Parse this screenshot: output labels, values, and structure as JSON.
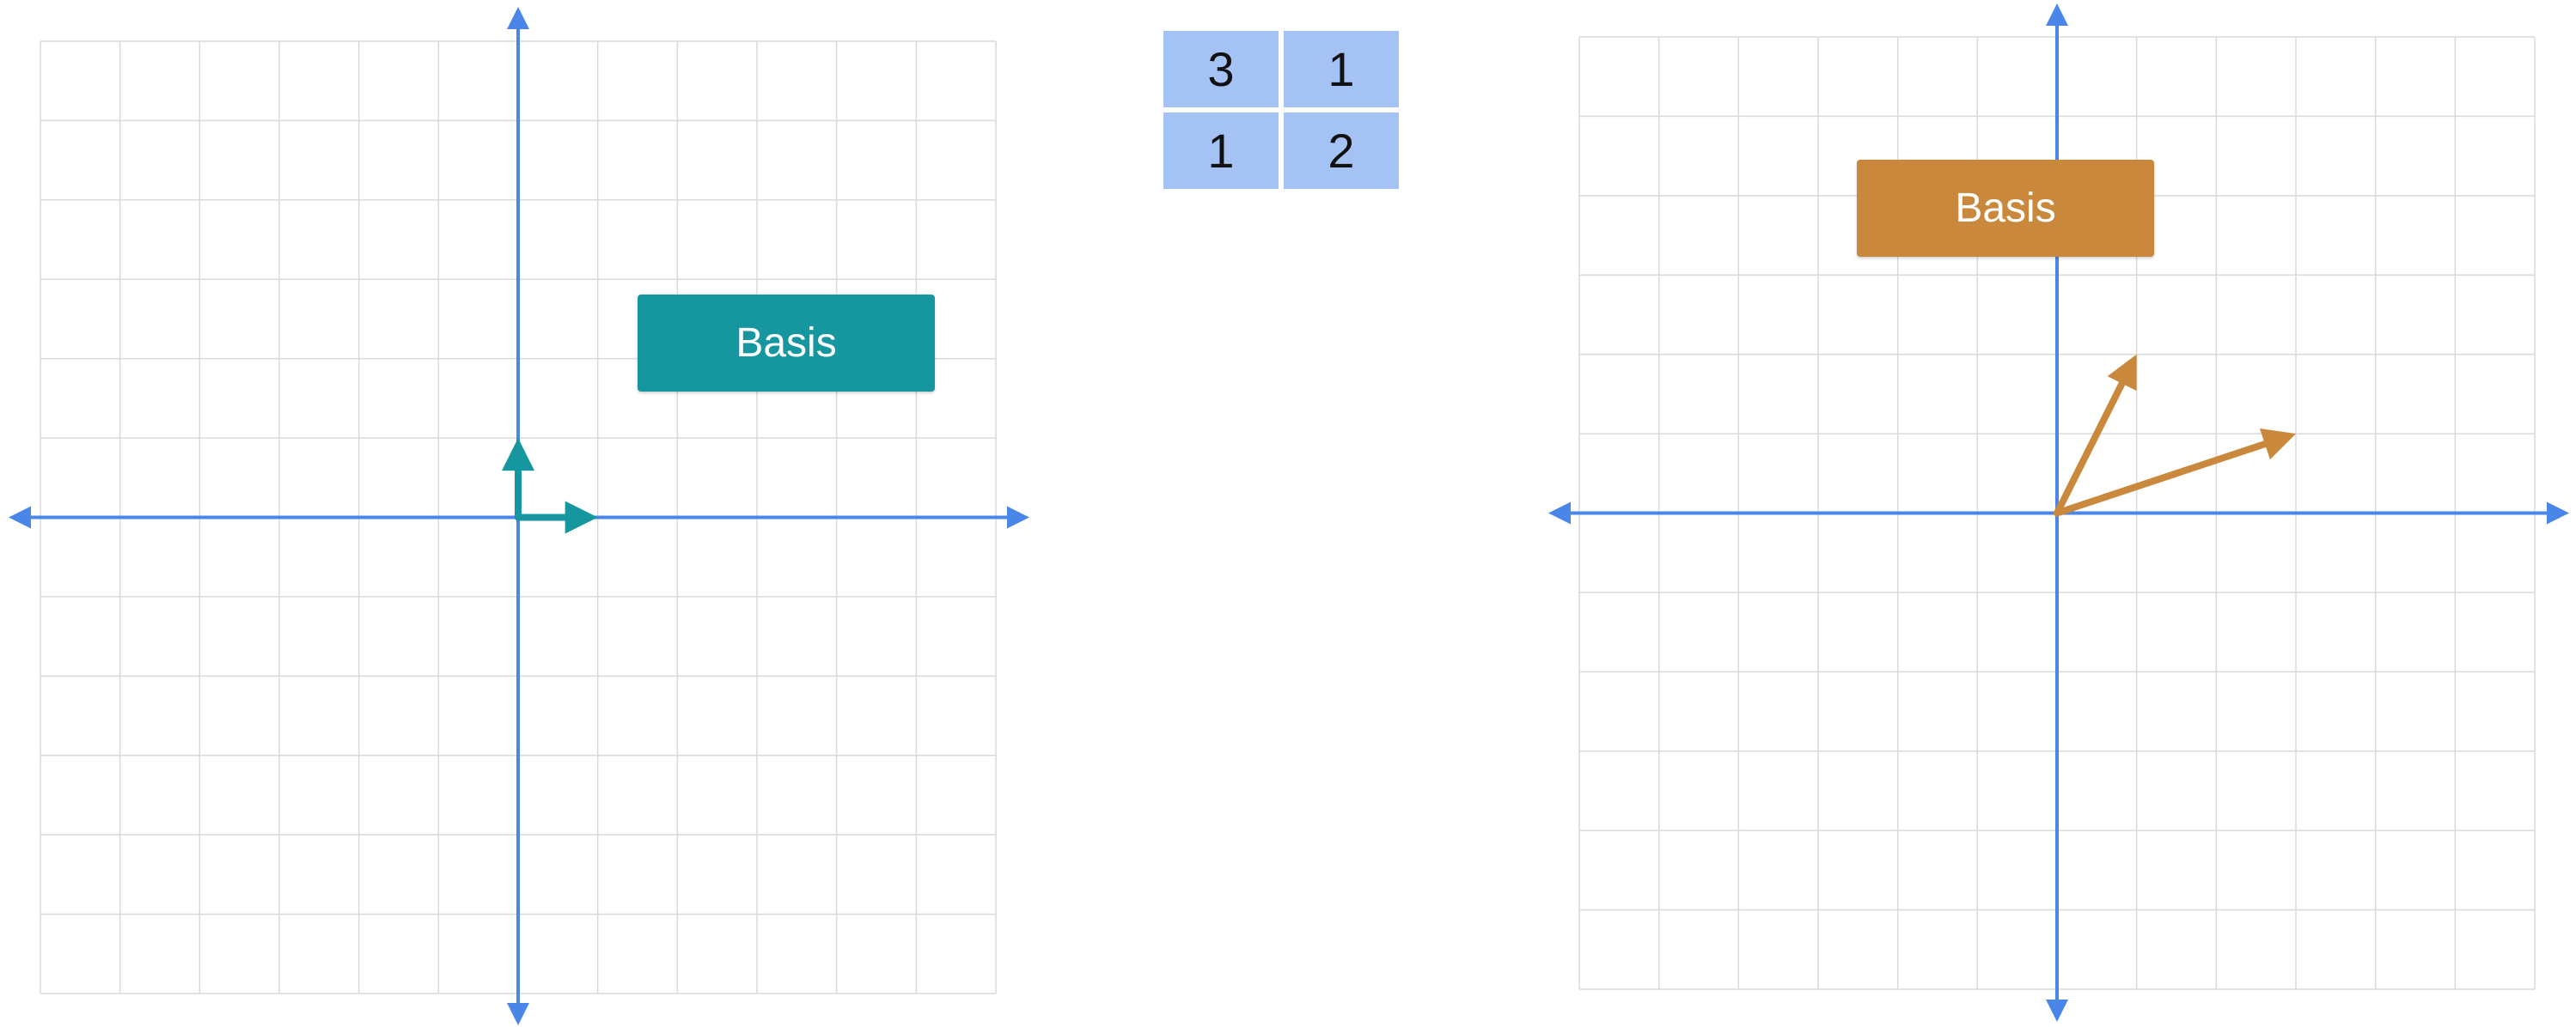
{
  "colors": {
    "grid_line": "#d9d9d9",
    "axis": "#4a86e8",
    "left_vector": "#16979f",
    "right_vector": "#c9883c",
    "matrix_cell": "#a4c2f4"
  },
  "left_plane": {
    "grid_divisions": 12,
    "basis_label": "Basis",
    "label_color": "#16979f",
    "vectors": [
      {
        "name": "i-hat",
        "x": 1,
        "y": 0
      },
      {
        "name": "j-hat",
        "x": 0,
        "y": 1
      }
    ]
  },
  "matrix": {
    "rows": [
      [
        "3",
        "1"
      ],
      [
        "1",
        "2"
      ]
    ]
  },
  "right_plane": {
    "grid_divisions": 12,
    "basis_label": "Basis",
    "label_color": "#c9883c",
    "vectors": [
      {
        "name": "transformed-i-hat",
        "x": 3,
        "y": 1
      },
      {
        "name": "transformed-j-hat",
        "x": 1,
        "y": 2
      }
    ]
  }
}
